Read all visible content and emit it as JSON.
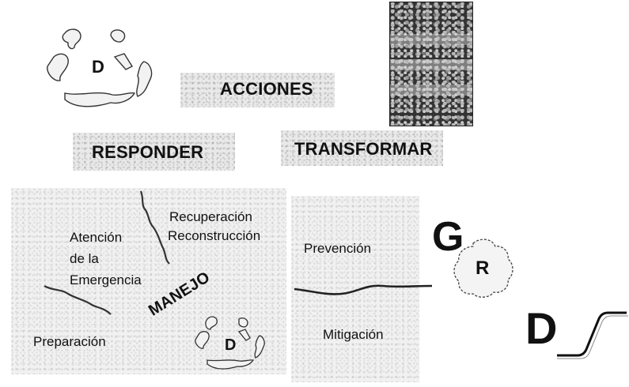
{
  "headings": {
    "acciones": "ACCIONES",
    "responder": "RESPONDER",
    "transformar": "TRANSFORMAR",
    "manejo": "MANEJO"
  },
  "labels": {
    "recuperacion": "Recuperación",
    "reconstruccion": "Reconstrucción",
    "atencion_line1": "Atención",
    "atencion_line2": "de la",
    "atencion_line3": "Emergencia",
    "preparacion": "Preparación",
    "prevencion": "Prevención",
    "mitigacion": "Mitigación"
  },
  "symbols": {
    "disaster_top": "D",
    "disaster_bottom": "D",
    "gestion_g": "G",
    "riesgo_r": "R",
    "disaster_curve": "D"
  },
  "colors": {
    "ink": "#111111",
    "grain": "#e6e6e6"
  }
}
